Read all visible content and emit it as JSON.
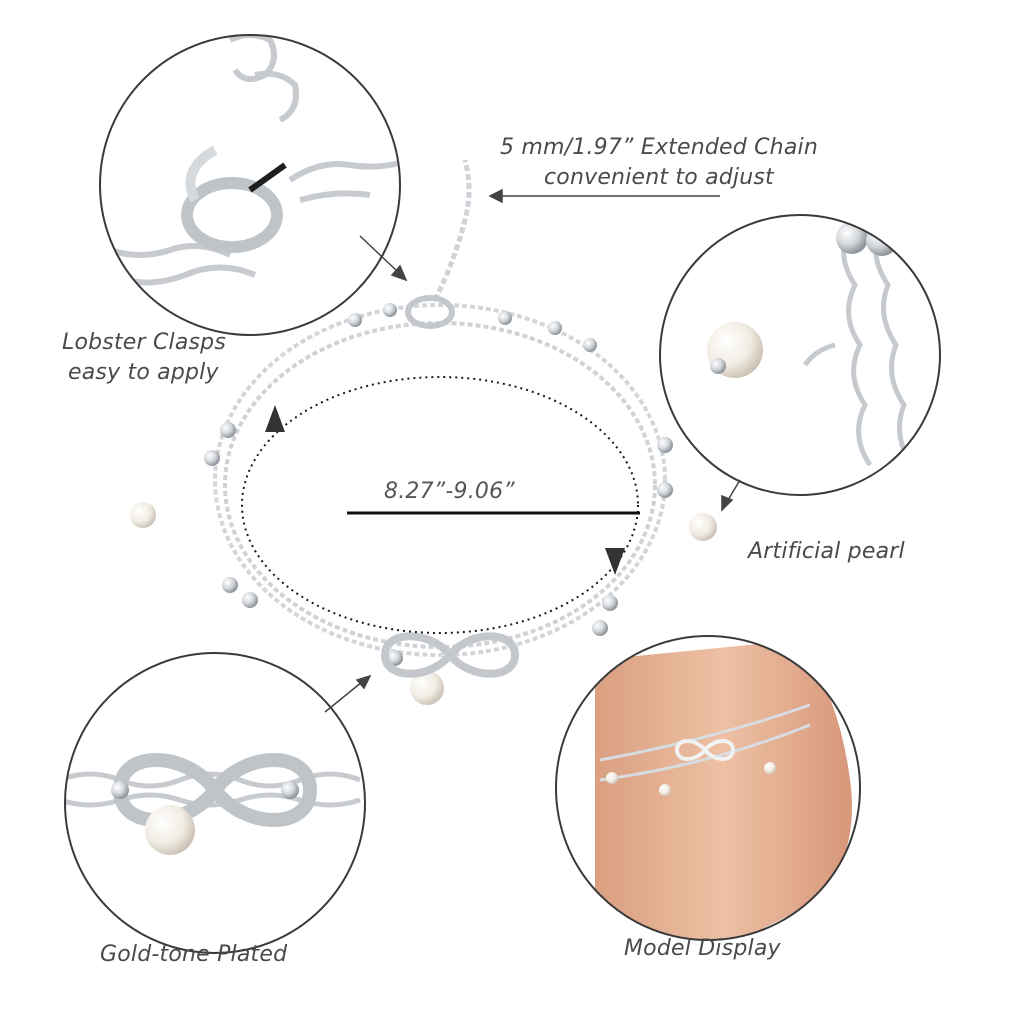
{
  "labels": {
    "extended_chain_line1": "5 mm/1.97” Extended Chain",
    "extended_chain_line2": "convenient to adjust",
    "lobster_line1": "Lobster Clasps",
    "lobster_line2": "easy to apply",
    "size_range": "8.27”-9.06”",
    "pearl": "Artificial pearl",
    "plated": "Gold-tone Plated",
    "model": "Model Display"
  },
  "colors": {
    "text": "#4a4a4a",
    "circle_border": "#333333",
    "silver": "#c9cdd2",
    "pearl": "#f4efe6",
    "skin": "#e8b596",
    "background": "#ffffff"
  },
  "icons": {
    "size_arrow_up": "triangle-up",
    "size_arrow_down": "triangle-down"
  }
}
